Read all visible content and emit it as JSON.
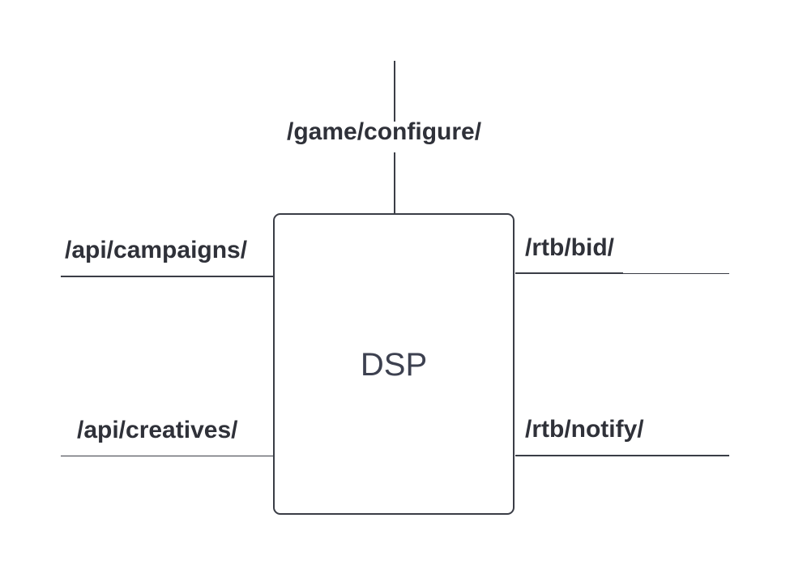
{
  "diagram": {
    "component": {
      "label": "DSP"
    },
    "endpoints": {
      "top": "/game/configure/",
      "left_upper": "/api/campaigns/",
      "left_lower": "/api/creatives/",
      "right_upper": "/rtb/bid/",
      "right_lower": "/rtb/notify/"
    }
  },
  "colors": {
    "stroke": "#3a3d46",
    "text": "#2f3139",
    "background": "#ffffff"
  }
}
